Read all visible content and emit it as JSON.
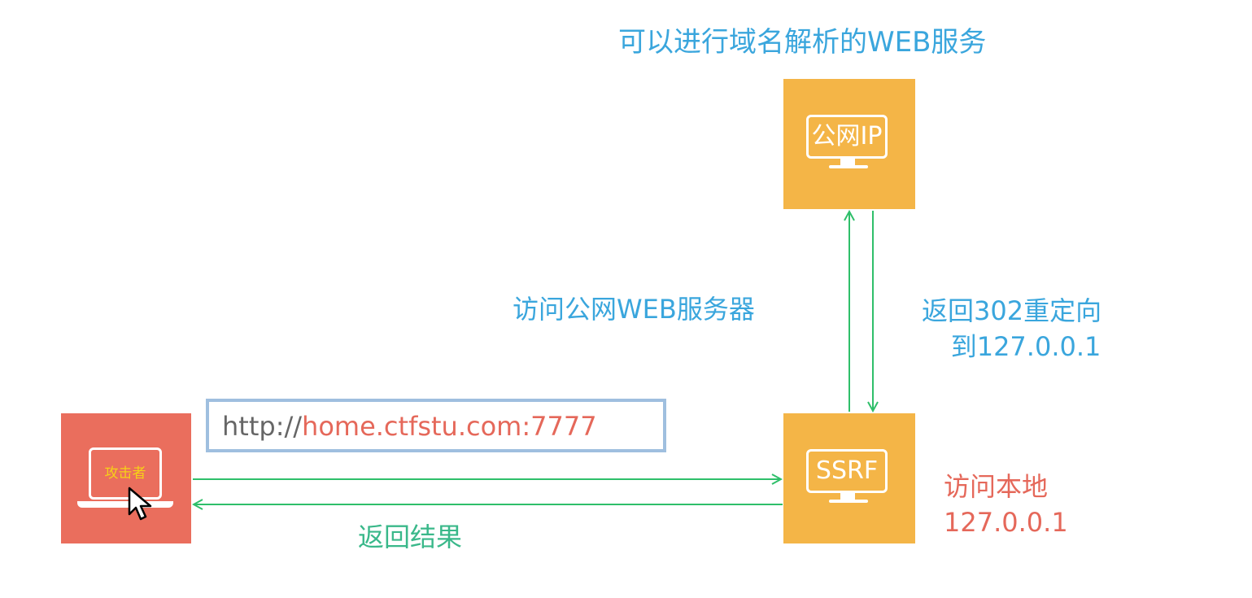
{
  "title": "可以进行域名解析的WEB服务",
  "public_ip_box": {
    "label": "公网IP"
  },
  "ssrf_box": {
    "label": "SSRF"
  },
  "attacker_box": {
    "label": "攻击者"
  },
  "edge_visit_web": "访问公网WEB服务器",
  "edge_redirect": {
    "line1": "返回302重定向",
    "line2": "到127.0.0.1"
  },
  "edge_local": {
    "line1": "访问本地",
    "line2": "127.0.0.1"
  },
  "edge_result": "返回结果",
  "url": {
    "scheme": "http://",
    "host": "home.ctfstu.com:7777"
  },
  "colors": {
    "orange_box": "#f4b547",
    "red_box": "#ea6e5d",
    "blue_text": "#3aa6dd",
    "red_text": "#e5685a",
    "green_text": "#3ab88a",
    "arrow_green": "#2fbf6a",
    "url_border": "#9fbfdf"
  }
}
